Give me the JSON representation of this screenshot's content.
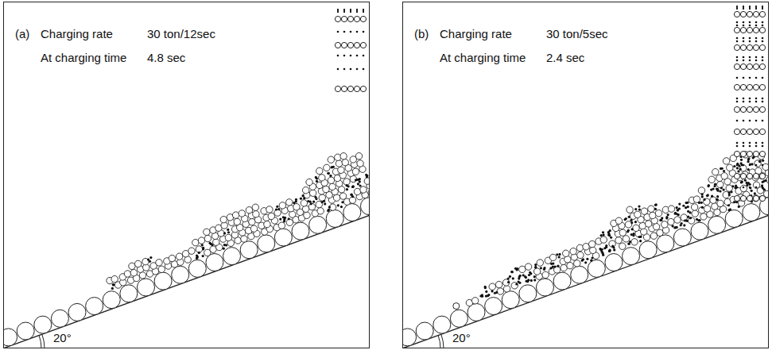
{
  "diagram": {
    "nodes": [
      {
        "text": [
          "(a)",
          "Charging rate",
          "30 ton/12sec",
          "At charging time",
          "4.8 sec",
          "20°"
        ]
      },
      {
        "text": [
          "(b)",
          "Charging rate",
          "30 ton/5sec",
          "At charging time",
          "2.4 sec",
          "20°"
        ]
      }
    ]
  }
}
